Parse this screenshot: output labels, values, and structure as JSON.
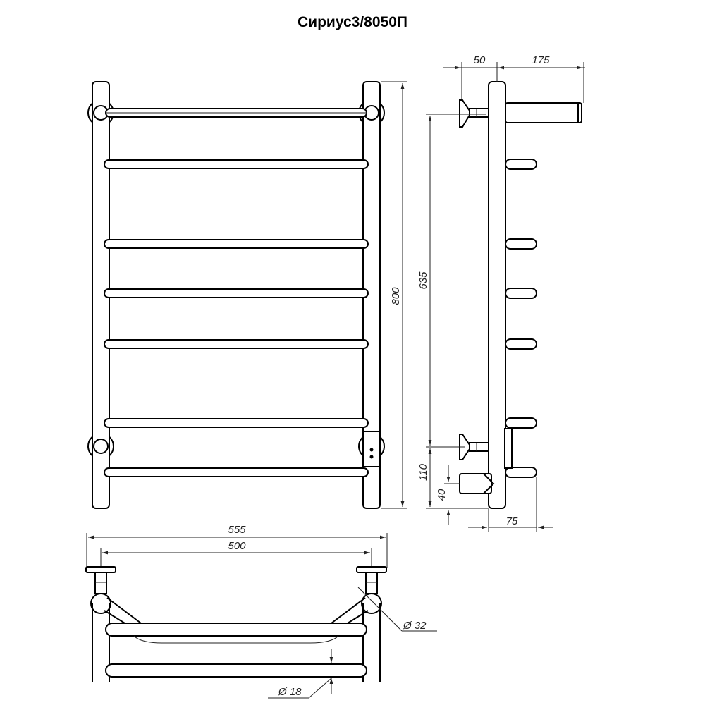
{
  "title": "Сириус3/8050П",
  "dimensions": {
    "front_height": "800",
    "side_mount_height": "635",
    "side_bottom_offset": "110",
    "side_outlet_height": "40",
    "side_wall_offset": "50",
    "side_depth": "175",
    "side_outlet_depth": "75",
    "top_total_width": "555",
    "top_axis_width": "500",
    "pipe_diameter_32": "Ø 32",
    "pipe_diameter_18": "Ø 18"
  }
}
